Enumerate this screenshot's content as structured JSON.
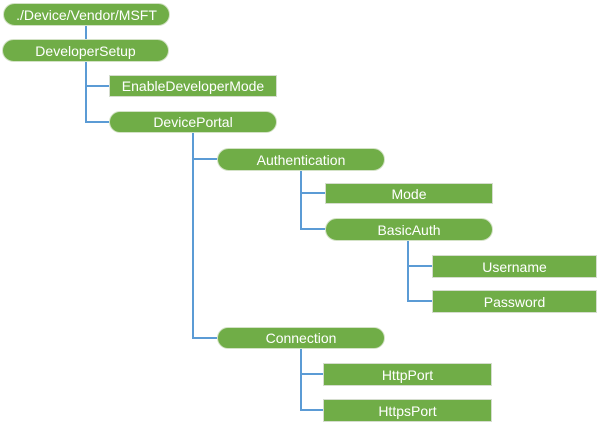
{
  "diagram_type": "tree",
  "colors": {
    "node_fill": "#70AD47",
    "node_text": "#FFFFFF",
    "connector": "#5B9BD5",
    "pill_border": "#D3E2C6",
    "rect_border": "#D5DDCE",
    "background": "#FFFFFF"
  },
  "tree": {
    "label": "./Device/Vendor/MSFT",
    "shape": "rounded",
    "children": [
      {
        "label": "DeveloperSetup",
        "shape": "rounded",
        "children": [
          {
            "label": "EnableDeveloperMode",
            "shape": "rect"
          },
          {
            "label": "DevicePortal",
            "shape": "rounded",
            "children": [
              {
                "label": "Authentication",
                "shape": "rounded",
                "children": [
                  {
                    "label": "Mode",
                    "shape": "rect"
                  },
                  {
                    "label": "BasicAuth",
                    "shape": "rounded",
                    "children": [
                      {
                        "label": "Username",
                        "shape": "rect"
                      },
                      {
                        "label": "Password",
                        "shape": "rect"
                      }
                    ]
                  }
                ]
              },
              {
                "label": "Connection",
                "shape": "rounded",
                "children": [
                  {
                    "label": "HttpPort",
                    "shape": "rect"
                  },
                  {
                    "label": "HttpsPort",
                    "shape": "rect"
                  }
                ]
              }
            ]
          }
        ]
      }
    ]
  }
}
